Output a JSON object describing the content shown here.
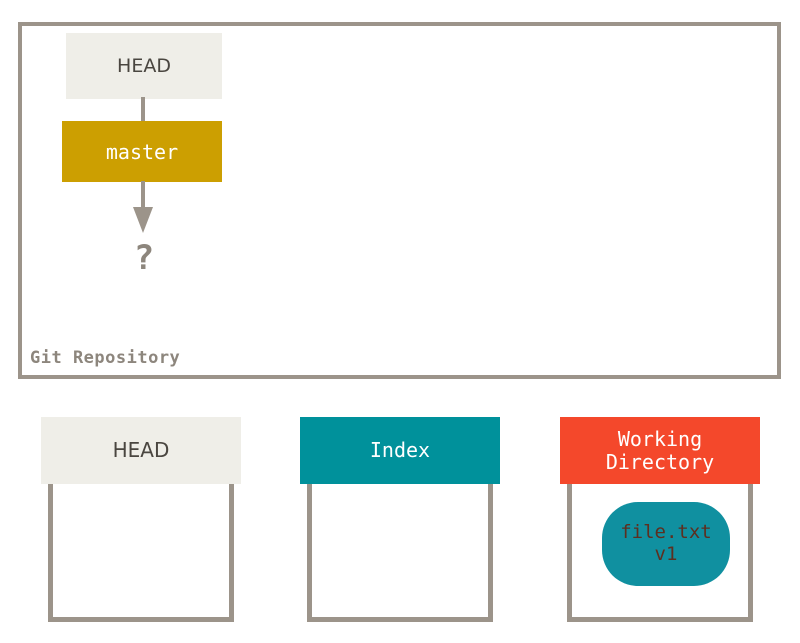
{
  "diagram": {
    "title": "Git Repository",
    "repository": {
      "label": "Git Repository",
      "nodes": {
        "head": "HEAD",
        "branch": "master",
        "commit_placeholder": "?"
      }
    },
    "areas": [
      {
        "id": "head",
        "label": "HEAD",
        "label_lines": [
          "HEAD"
        ],
        "color": "#efeee8",
        "text_color": "#4a4640",
        "contents": []
      },
      {
        "id": "index",
        "label": "Index",
        "label_lines": [
          "Index"
        ],
        "color": "#00919b",
        "text_color": "#ffffff",
        "contents": []
      },
      {
        "id": "working-directory",
        "label": "Working Directory",
        "label_lines": [
          "Working",
          "Directory"
        ],
        "color": "#f4482b",
        "text_color": "#ffffff",
        "contents": [
          {
            "name": "file.txt",
            "version": "v1",
            "color": "#1090a0",
            "text_color": "#5c2f20"
          }
        ]
      }
    ],
    "colors": {
      "border_gray": "#9c948a",
      "branch_gold": "#cc9f01",
      "teal": "#00919b",
      "orange": "#f4482b",
      "cream": "#efeee8",
      "blob_teal": "#1090a0"
    }
  }
}
